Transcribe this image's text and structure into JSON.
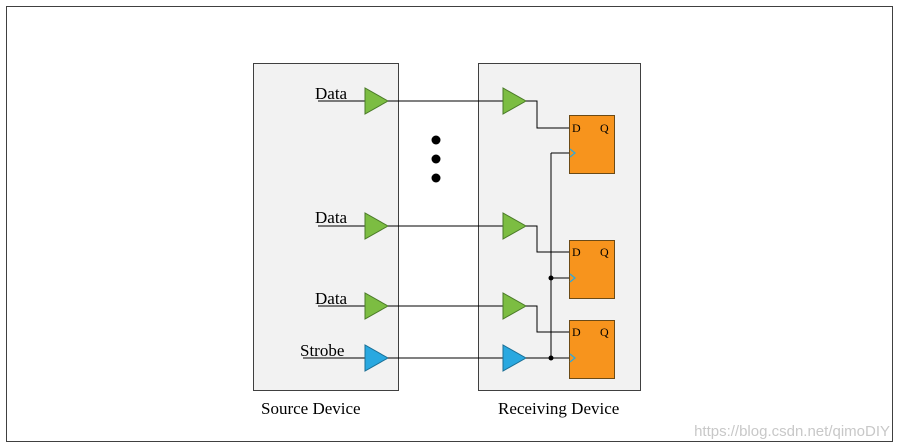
{
  "source_device": {
    "label": "Source Device",
    "signals": [
      {
        "label": "Data",
        "buffer_color": "#7cbd42"
      },
      {
        "label": "Data",
        "buffer_color": "#7cbd42"
      },
      {
        "label": "Data",
        "buffer_color": "#7cbd42"
      },
      {
        "label": "Strobe",
        "buffer_color": "#29a8e0"
      }
    ]
  },
  "receiving_device": {
    "label": "Receiving Device",
    "flip_flops": [
      {
        "d_label": "D",
        "q_label": "Q",
        "fill": "#f7941d"
      },
      {
        "d_label": "D",
        "q_label": "Q",
        "fill": "#f7941d"
      },
      {
        "d_label": "D",
        "q_label": "Q",
        "fill": "#f7941d"
      }
    ]
  },
  "ellipsis": "vertical-dots",
  "watermark": "https://blog.csdn.net/qimoDIY",
  "colors": {
    "panel_fill": "#f2f2f2",
    "panel_stroke": "#404040",
    "data_buffer": "#7cbd42",
    "strobe_buffer": "#29a8e0",
    "flip_flop": "#f7941d"
  }
}
